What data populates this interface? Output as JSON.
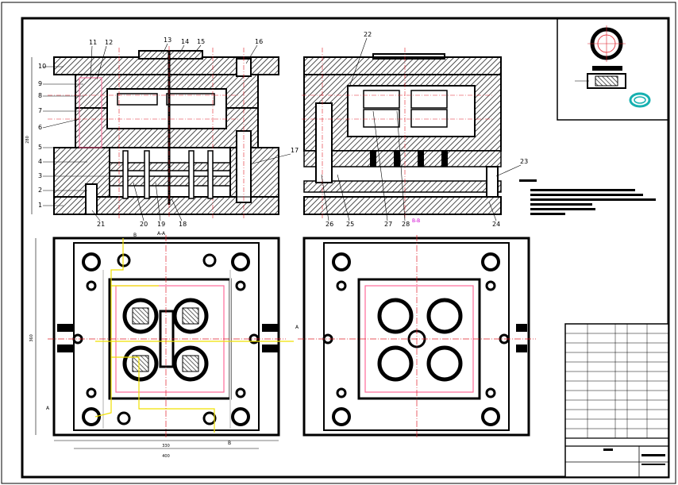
{
  "balloons_main": [
    "1",
    "2",
    "3",
    "4",
    "5",
    "6",
    "7",
    "8",
    "9",
    "10",
    "11",
    "12",
    "13",
    "14",
    "15",
    "16",
    "17",
    "18",
    "19",
    "20",
    "21"
  ],
  "balloons_right": [
    "22",
    "23",
    "24",
    "25",
    "26",
    "27",
    "28"
  ],
  "dimensions": {
    "height_left": "280",
    "plan_width_inner": "330",
    "plan_width_outer": "400",
    "plan_height": "360"
  },
  "section_labels": {
    "aa_view": "A-A",
    "bb_view": "B-B",
    "cut_a": "A",
    "cut_b": "B"
  },
  "colors": {
    "ink": "#000000",
    "hatch": "#333333",
    "centerline": "#e0202a",
    "pink": "#ff6a9a",
    "yellow": "#f0e000",
    "magenta": "#d000d0",
    "cyan": "#16b0b0"
  }
}
